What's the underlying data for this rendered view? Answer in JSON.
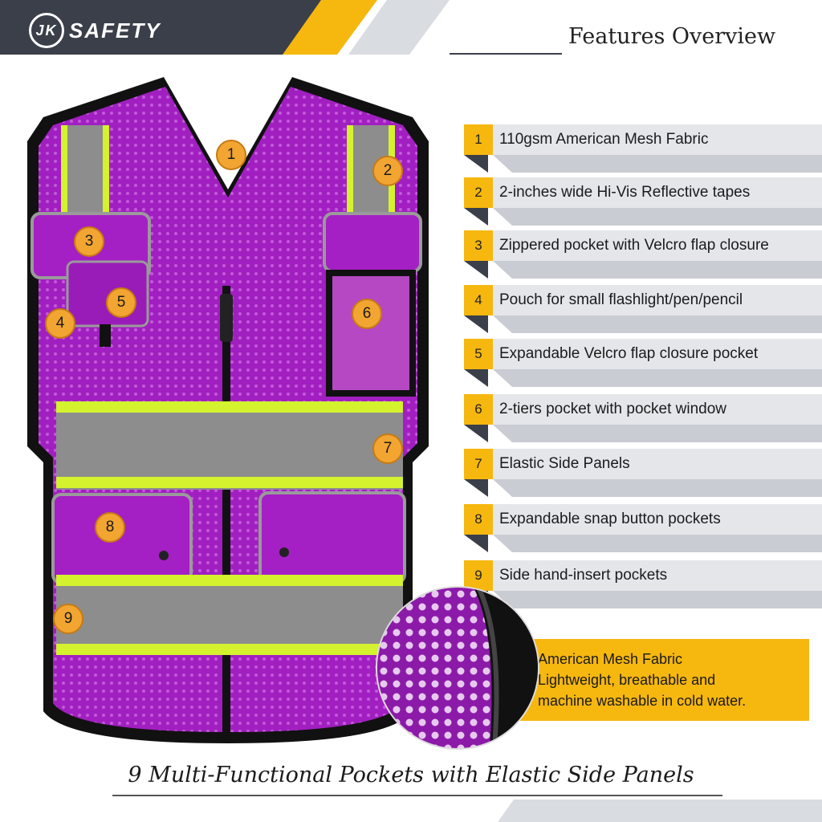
{
  "brand": {
    "mark": "JK",
    "name": "SAFETY"
  },
  "header": {
    "title": "Features Overview"
  },
  "colors": {
    "accent_yellow": "#f6b70f",
    "badge_orange": "#f2a531",
    "vest_purple": "#a41fc4",
    "header_dark": "#3a3f49",
    "reflective": "#8d8d8d",
    "lime": "#d4f22e"
  },
  "callouts": [
    "1",
    "2",
    "3",
    "4",
    "5",
    "6",
    "7",
    "8",
    "9"
  ],
  "features": [
    {
      "num": "1",
      "text": "110gsm American Mesh Fabric"
    },
    {
      "num": "2",
      "text": "2-inches wide Hi-Vis Reflective tapes"
    },
    {
      "num": "3",
      "text": "Zippered pocket with Velcro flap closure"
    },
    {
      "num": "4",
      "text": "Pouch for small flashlight/pen/pencil"
    },
    {
      "num": "5",
      "text": "Expandable Velcro flap closure pocket"
    },
    {
      "num": "6",
      "text": "2-tiers pocket with pocket window"
    },
    {
      "num": "7",
      "text": "Elastic Side Panels"
    },
    {
      "num": "8",
      "text": "Expandable snap button pockets"
    },
    {
      "num": "9",
      "text": "Side hand-insert pockets"
    }
  ],
  "mesh_note": {
    "line1": "American Mesh Fabric",
    "line2": "Lightweight, breathable and",
    "line3": "machine washable in cold water."
  },
  "caption": "9 Multi-Functional Pockets with Elastic Side Panels"
}
